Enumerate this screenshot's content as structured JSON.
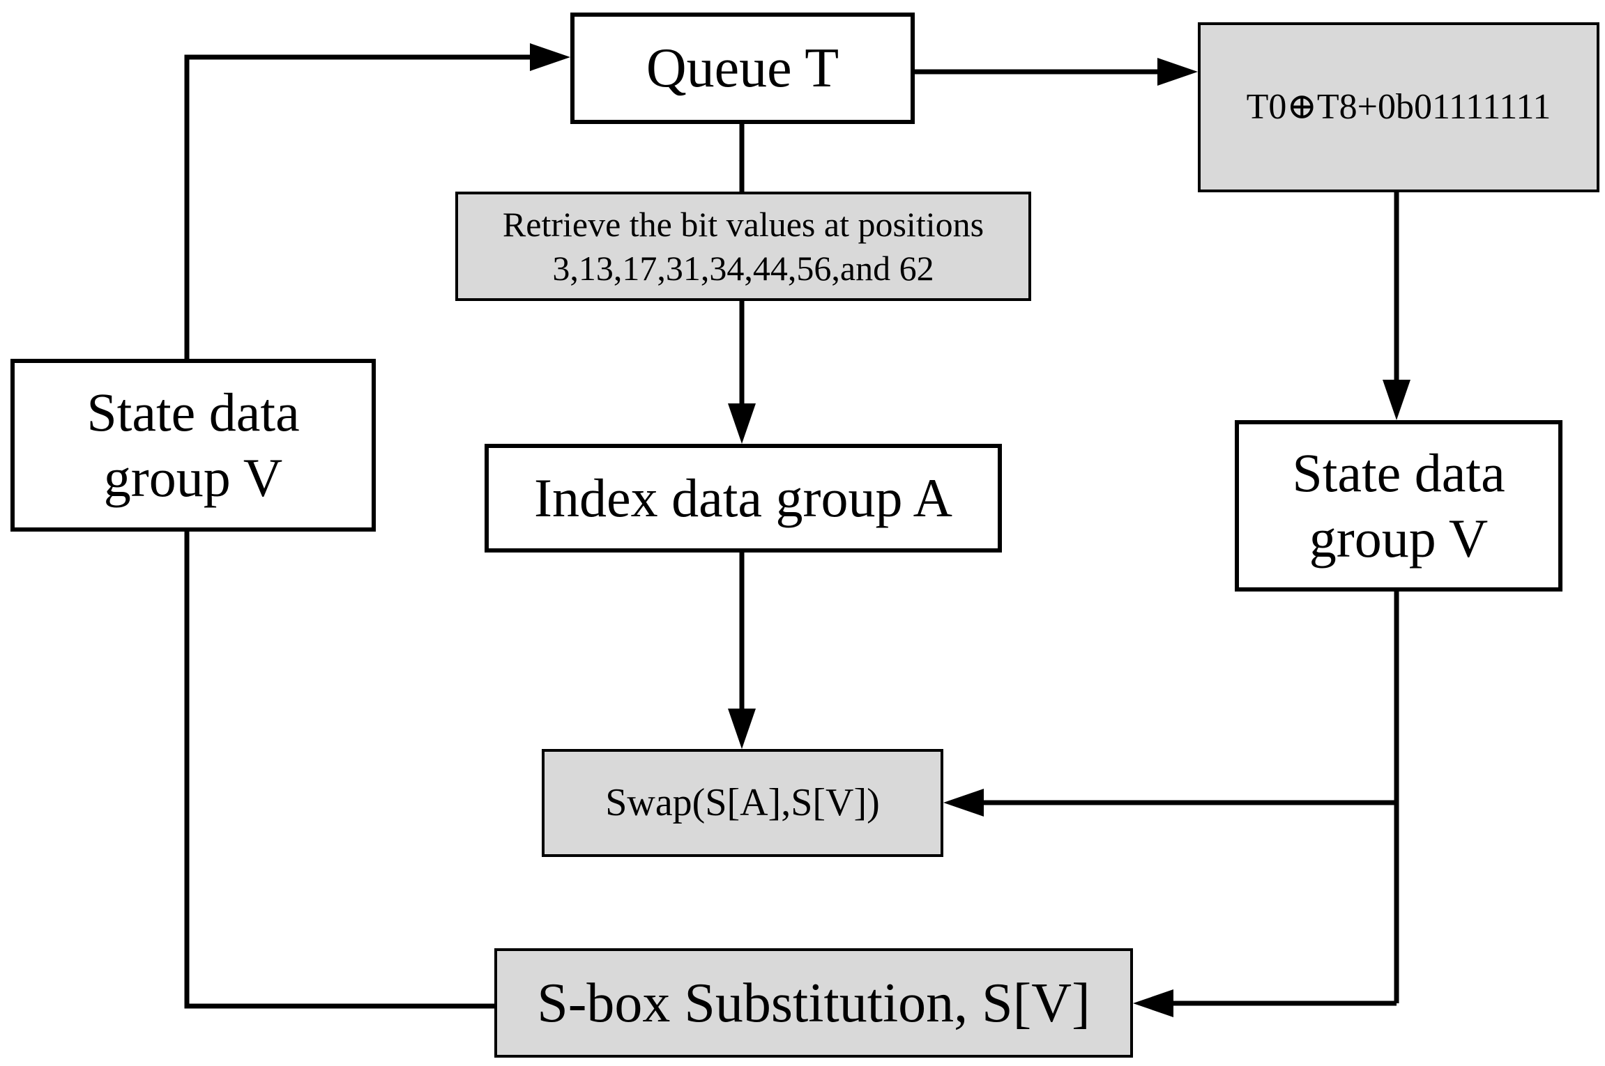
{
  "diagram": {
    "nodes": {
      "queue_t": {
        "label": "Queue T"
      },
      "xor_op": {
        "label": "T0⊕T8+0b01111111"
      },
      "retrieve_bits": {
        "line1": "Retrieve the bit values at positions",
        "line2": "3,13,17,31,34,44,56,and 62"
      },
      "state_left": {
        "line1": "State data",
        "line2": "group V"
      },
      "index_a": {
        "label": "Index data group A"
      },
      "state_right": {
        "line1": "State data",
        "line2": "group V"
      },
      "swap": {
        "label": "Swap(S[A],S[V])"
      },
      "sbox": {
        "label": "S-box Substitution, S[V]"
      }
    },
    "edges": [
      {
        "from": "state_left",
        "to": "queue_t"
      },
      {
        "from": "queue_t",
        "to": "xor_op"
      },
      {
        "from": "queue_t",
        "to": "index_a",
        "via": "retrieve_bits"
      },
      {
        "from": "xor_op",
        "to": "state_right"
      },
      {
        "from": "index_a",
        "to": "swap"
      },
      {
        "from": "state_right",
        "to": "swap"
      },
      {
        "from": "state_right",
        "to": "sbox"
      },
      {
        "from": "sbox",
        "to": "state_left"
      }
    ],
    "colors": {
      "stroke": "#000000",
      "box_fill": "#ffffff",
      "process_fill": "#d9d9d9"
    }
  }
}
